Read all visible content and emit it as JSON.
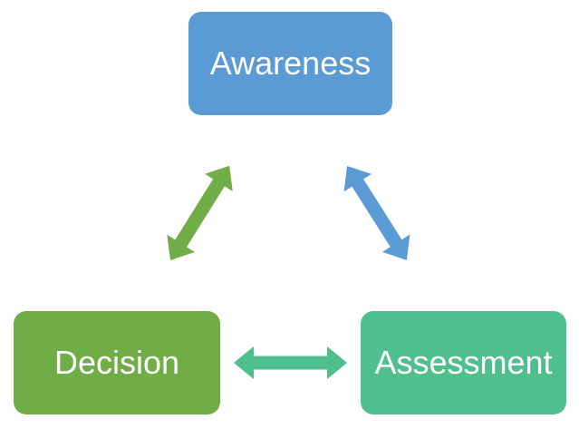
{
  "canvas": {
    "background": "#FFFFFF"
  },
  "diagram": {
    "type": "cycle",
    "nodes": {
      "awareness": {
        "label": "Awareness",
        "fill": "#5B9BD5",
        "text_color": "#FFFFFF"
      },
      "decision": {
        "label": "Decision",
        "fill": "#70AD47",
        "text_color": "#FFFFFF"
      },
      "assessment": {
        "label": "Assessment",
        "fill": "#4FC08D",
        "text_color": "#FFFFFF"
      }
    },
    "connectors": {
      "decision_awareness": {
        "from": "decision",
        "to": "awareness",
        "style": "double-arrow",
        "color": "#70AD47"
      },
      "awareness_assessment": {
        "from": "awareness",
        "to": "assessment",
        "style": "double-arrow",
        "color": "#5B9BD5"
      },
      "decision_assessment": {
        "from": "decision",
        "to": "assessment",
        "style": "double-arrow",
        "color": "#4FC08D"
      }
    }
  }
}
